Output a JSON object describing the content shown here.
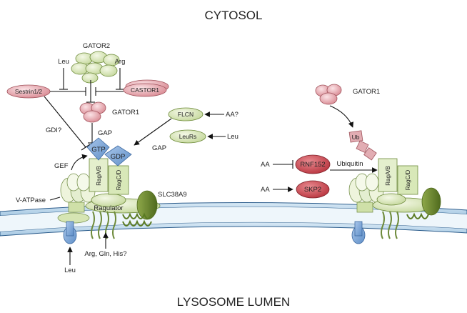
{
  "regions": {
    "top": "CYTOSOL",
    "bottom": "LYSOSOME LUMEN"
  },
  "left_panel": {
    "gator2": "GATOR2",
    "leu": "Leu",
    "arg": "Arg",
    "sestrin": "Sestrin1/2",
    "castor": "CASTOR1",
    "gator1": "GATOR1",
    "gdi": "GDI?",
    "gap_top": "GAP",
    "gtp": "GTP",
    "gdp": "GDP",
    "gef": "GEF",
    "rag_ab": "RagA/B",
    "rag_cd": "RagC/D",
    "flcn": "FLCN",
    "aa_q": "AA?",
    "leurs": "LeuRs",
    "leu_right": "Leu",
    "gap_right": "GAP",
    "vatpase": "V-ATPase",
    "ragulator": "Ragulator",
    "slc": "SLC38A9",
    "aa_in": "Arg, Gln, His?",
    "leu_bottom": "Leu"
  },
  "right_panel": {
    "gator1": "GATOR1",
    "ub": "Ub",
    "aa1": "AA",
    "rnf152": "RNF152",
    "ubiquitin": "Ubiquitin",
    "aa2": "AA",
    "skp2": "SKP2",
    "rag_ab": "RagA/B",
    "rag_cd": "RagC/D"
  },
  "colors": {
    "gator_pink": "#e7a9b0",
    "green_protein": "#dbe8bd",
    "green_dark": "#6e8a2c",
    "blue_gtp": "#7aa3d3",
    "membrane_blue": "#9cc2e0",
    "red_oval": "#c5474f",
    "vatpase_pale": "#e9f1d6"
  }
}
